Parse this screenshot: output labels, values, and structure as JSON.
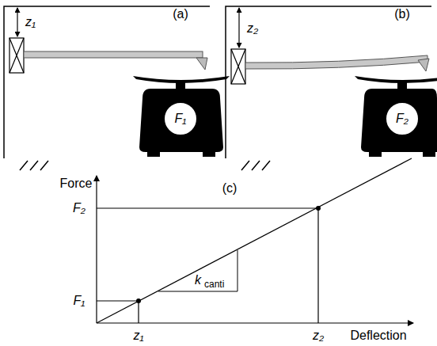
{
  "diagram": {
    "nodes": [
      {
        "text": [
          "F₁"
        ]
      },
      {
        "text": [
          "F₂"
        ]
      }
    ],
    "labels": [
      "(a)",
      "z₁",
      "(b)",
      "z₂",
      "Force",
      "(c)",
      "F₂",
      "F₁",
      "k",
      "canti",
      "z₁",
      "z₂",
      "Deflection"
    ]
  }
}
